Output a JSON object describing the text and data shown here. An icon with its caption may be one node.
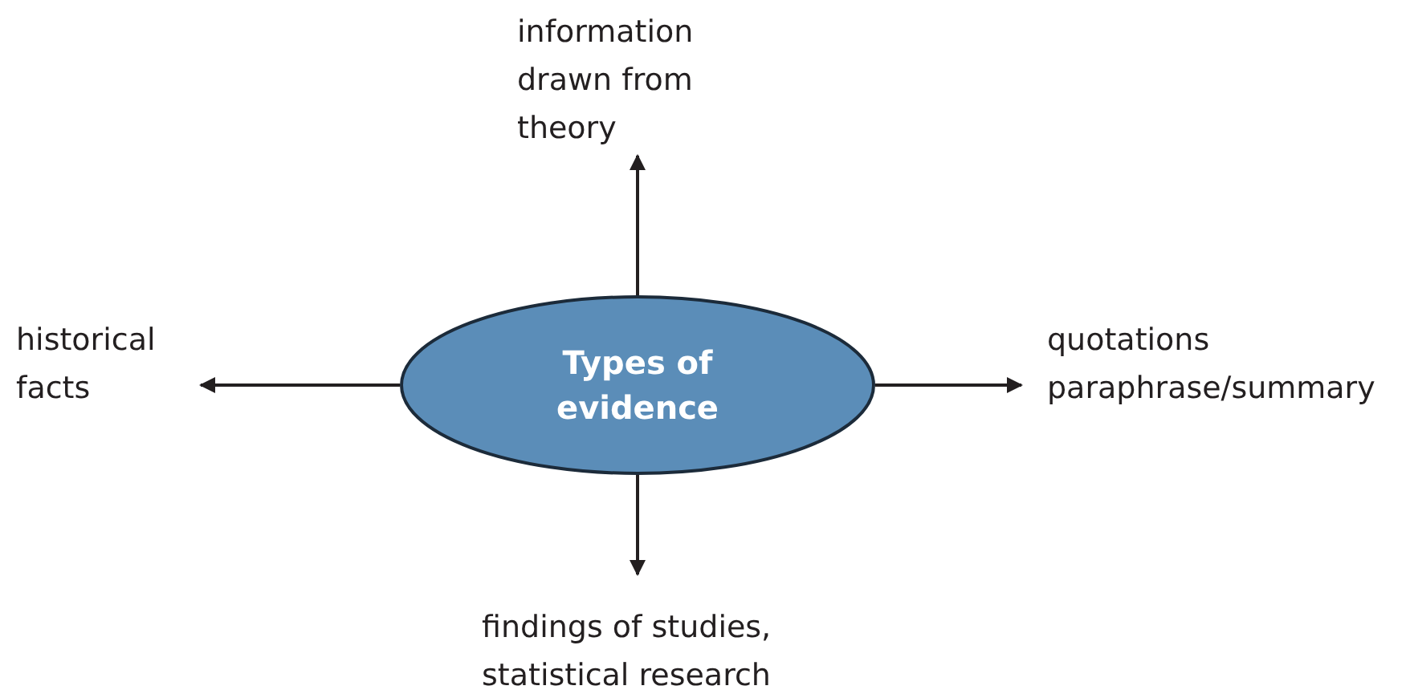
{
  "diagram": {
    "nodes": [
      {
        "text": [
          "Types of evidence"
        ]
      },
      {
        "text": [
          "information drawn from theory"
        ]
      },
      {
        "text": [
          "historical facts"
        ]
      },
      {
        "text": [
          "quotations paraphrase/summary"
        ]
      },
      {
        "text": [
          "findings of studies, statistical research"
        ]
      }
    ],
    "edges": [
      {
        "from": 0,
        "to": 1,
        "arrow": "to"
      },
      {
        "from": 0,
        "to": 2,
        "arrow": "to"
      },
      {
        "from": 0,
        "to": 3,
        "arrow": "to"
      },
      {
        "from": 0,
        "to": 4,
        "arrow": "to"
      }
    ]
  }
}
